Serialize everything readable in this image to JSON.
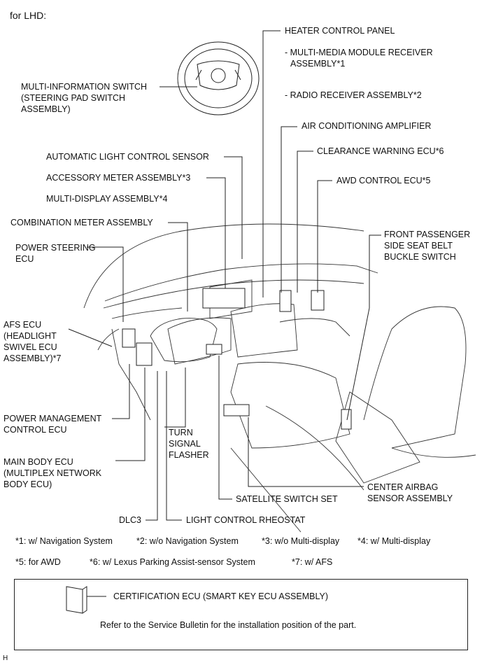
{
  "header": "for LHD:",
  "labels": {
    "heater_control_panel": "HEATER CONTROL PANEL",
    "multimedia_module": "- MULTI-MEDIA MODULE RECEIVER",
    "multimedia_module_2": "ASSEMBLY*1",
    "radio_receiver": "- RADIO RECEIVER ASSEMBLY*2",
    "air_conditioning_amplifier": "AIR CONDITIONING AMPLIFIER",
    "clearance_warning_ecu": "CLEARANCE WARNING ECU*6",
    "awd_control_ecu": "AWD CONTROL ECU*5",
    "front_passenger_switch": [
      "FRONT PASSENGER",
      "SIDE SEAT BELT",
      "BUCKLE SWITCH"
    ],
    "multi_information_switch": [
      "MULTI-INFORMATION SWITCH",
      "(STEERING PAD SWITCH",
      "ASSEMBLY)"
    ],
    "automatic_light_sensor": "AUTOMATIC LIGHT CONTROL SENSOR",
    "accessory_meter": "ACCESSORY METER ASSEMBLY*3",
    "multi_display": "MULTI-DISPLAY ASSEMBLY*4",
    "combination_meter": "COMBINATION METER ASSEMBLY",
    "power_steering_ecu": [
      "POWER STEERING",
      "ECU"
    ],
    "afs_ecu": [
      "AFS ECU",
      "(HEADLIGHT",
      "SWIVEL ECU",
      "ASSEMBLY)*7"
    ],
    "power_management_ecu": [
      "POWER MANAGEMENT",
      "CONTROL ECU"
    ],
    "turn_signal_flasher": [
      "TURN",
      "SIGNAL",
      "FLASHER"
    ],
    "main_body_ecu": [
      "MAIN BODY ECU",
      "(MULTIPLEX NETWORK",
      "BODY ECU)"
    ],
    "center_airbag_sensor": [
      "CENTER AIRBAG",
      "SENSOR ASSEMBLY"
    ],
    "satellite_switch_set": "SATELLITE SWITCH SET",
    "dlc3": "DLC3",
    "light_control_rheostat": "LIGHT CONTROL RHEOSTAT"
  },
  "footnotes": {
    "n1": "*1: w/ Navigation System",
    "n2": "*2: w/o Navigation System",
    "n3": "*3: w/o Multi-display",
    "n4": "*4: w/ Multi-display",
    "n5": "*5: for AWD",
    "n6": "*6: w/ Lexus Parking Assist-sensor System",
    "n7": "*7: w/ AFS"
  },
  "certification": {
    "label": "CERTIFICATION ECU (SMART KEY ECU ASSEMBLY)",
    "note": "Refer to the Service Bulletin for the installation position of the part."
  },
  "corner_mark": "H"
}
